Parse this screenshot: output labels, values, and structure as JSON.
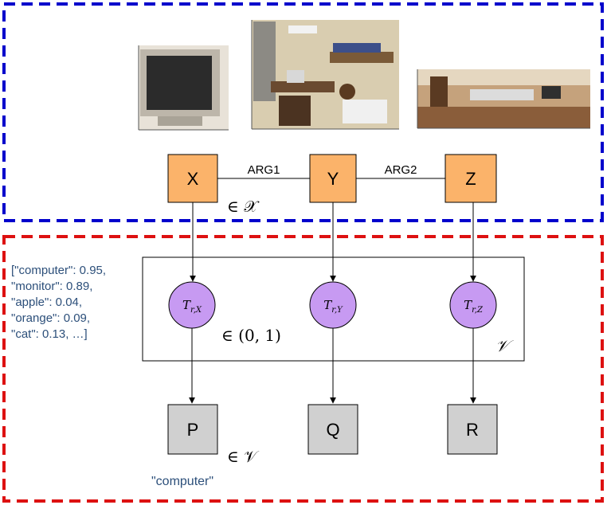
{
  "colors": {
    "input_border": "#0000cc",
    "model_border": "#dd1111",
    "image_node_fill": "#fbb36a",
    "topic_node_fill": "#c79af2",
    "word_node_fill": "#d0d0d0",
    "prob_text": "#2c4f7a"
  },
  "images": [
    {
      "name": "monitor-photo",
      "description": "monitor"
    },
    {
      "name": "office-room-photo",
      "description": "office room"
    },
    {
      "name": "desk-photo",
      "description": "desk"
    }
  ],
  "image_nodes": [
    {
      "id": "X",
      "label": "X"
    },
    {
      "id": "Y",
      "label": "Y"
    },
    {
      "id": "Z",
      "label": "Z"
    }
  ],
  "relations": [
    {
      "from": "X",
      "to": "Y",
      "label": "ARG1"
    },
    {
      "from": "Y",
      "to": "Z",
      "label": "ARG2"
    }
  ],
  "membership_labels": {
    "image_space": "∈ 𝒳",
    "unit_interval": "∈ (0, 1)",
    "vocab_plate": "𝒱",
    "word_space": "∈ 𝒱"
  },
  "topic_nodes": [
    {
      "id": "TX",
      "base": "T",
      "sub": "r,X"
    },
    {
      "id": "TY",
      "base": "T",
      "sub": "r,Y"
    },
    {
      "id": "TZ",
      "base": "T",
      "sub": "r,Z"
    }
  ],
  "word_nodes": [
    {
      "id": "P",
      "label": "P"
    },
    {
      "id": "Q",
      "label": "Q"
    },
    {
      "id": "R",
      "label": "R"
    }
  ],
  "probability_lines": [
    "[\"computer\": 0.95,",
    "\"monitor\": 0.89,",
    "\"apple\": 0.04,",
    "\"orange\": 0.09,",
    "\"cat\": 0.13, …]"
  ],
  "output_word": "\"computer\""
}
